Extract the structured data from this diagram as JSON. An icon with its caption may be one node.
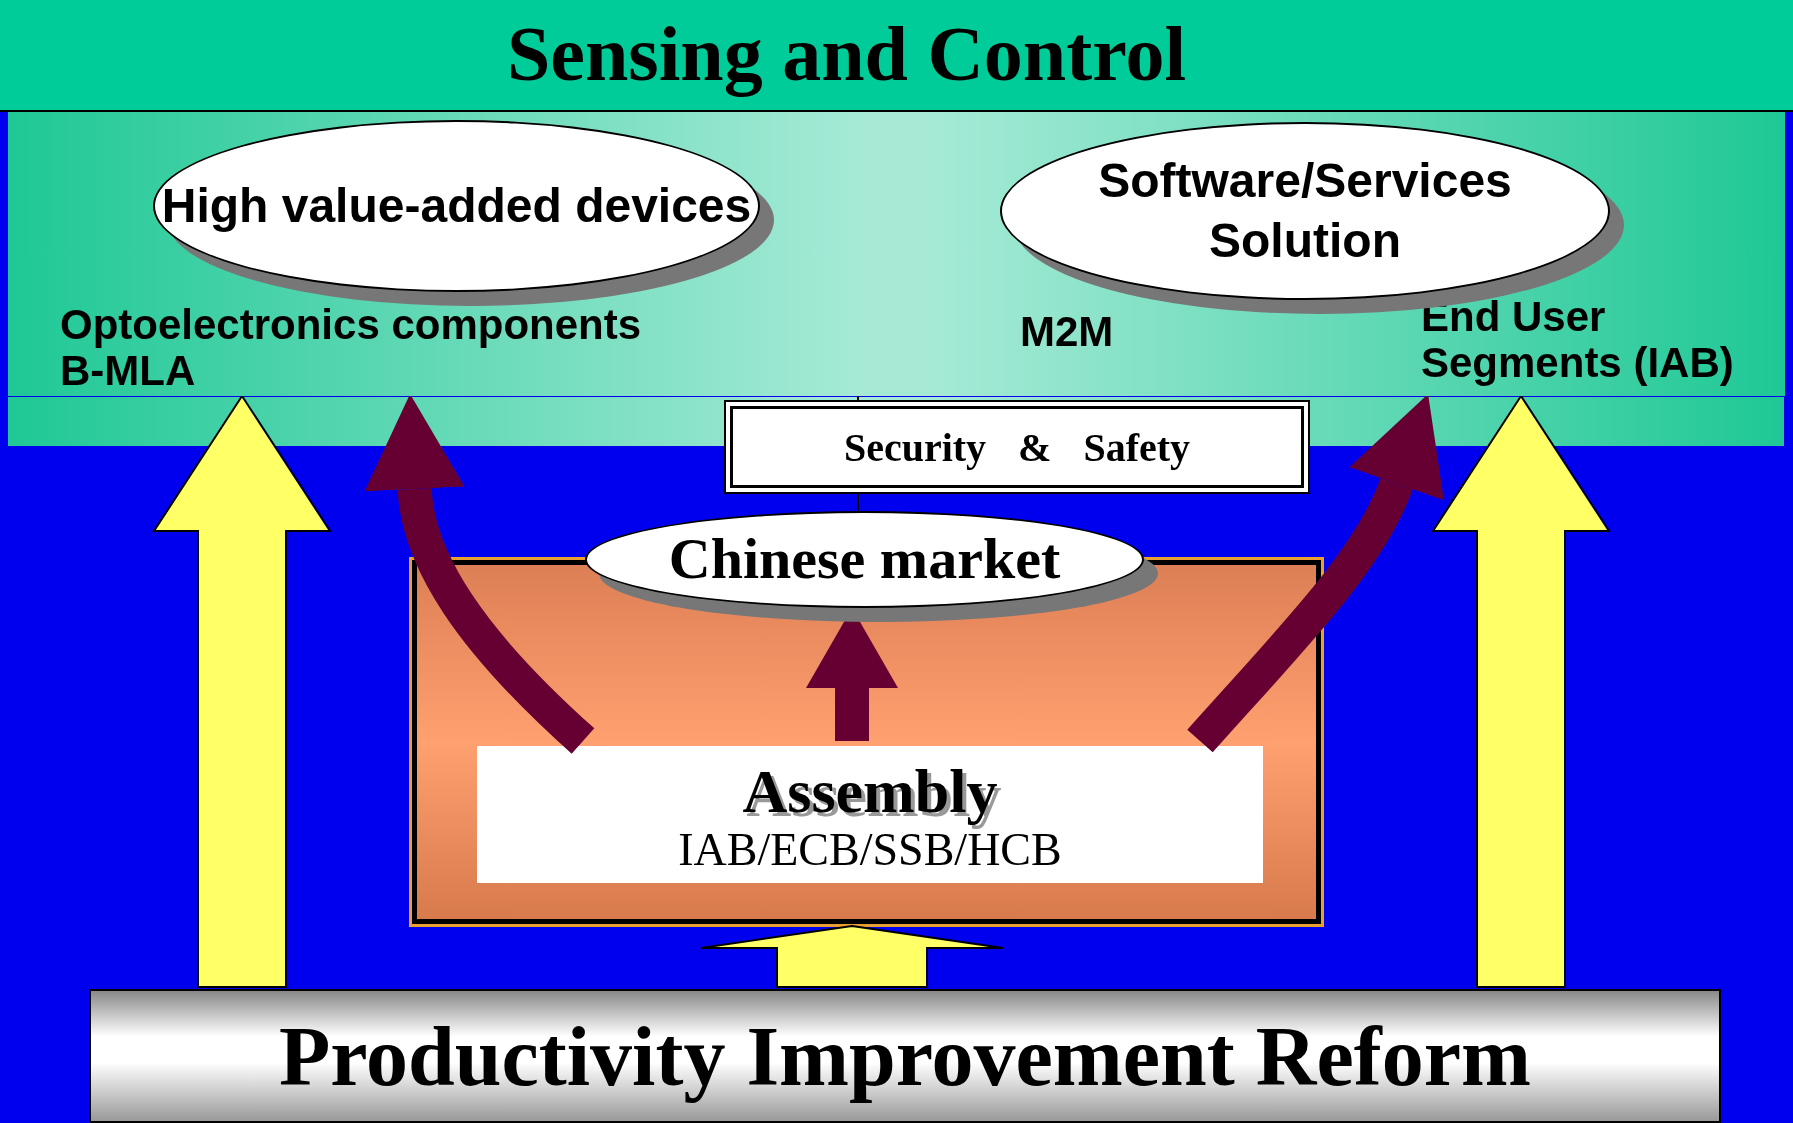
{
  "diagram": {
    "nodes": [
      {
        "text": [
          "Sensing and Control"
        ]
      },
      {
        "text": [
          "High value-added devices"
        ],
        "in": 0
      },
      {
        "text": [
          "Optoelectronics components B-MLA"
        ],
        "in": 0
      },
      {
        "text": [
          "Software/Services Solution"
        ],
        "in": 0
      },
      {
        "text": [
          "M2M"
        ],
        "in": 0
      },
      {
        "text": [
          "End User Segments (IAB)"
        ],
        "in": 0
      },
      {
        "text": [
          "Security & Safety"
        ]
      },
      {
        "text": [
          "Chinese market"
        ]
      },
      {
        "text": [],
        "shape": "box"
      },
      {
        "text": [
          "Assembly",
          "IAB/ECB/SSB/HCB"
        ],
        "in": 8
      },
      {
        "text": [
          "Productivity Improvement Reform"
        ]
      }
    ],
    "edges": [
      {
        "from": 10,
        "to": 2,
        "arrow": "to",
        "color": "#ffff66"
      },
      {
        "from": 9,
        "to": 2,
        "arrow": "to",
        "color": "#660033"
      },
      {
        "from": 9,
        "to": 7,
        "arrow": "to",
        "color": "#660033"
      },
      {
        "from": 9,
        "to": 5,
        "arrow": "to",
        "color": "#660033"
      },
      {
        "from": 10,
        "to": 5,
        "arrow": "to",
        "color": "#ffff66"
      },
      {
        "from": 10,
        "to": 8,
        "arrow": "to",
        "color": "#ffff66"
      }
    ]
  }
}
